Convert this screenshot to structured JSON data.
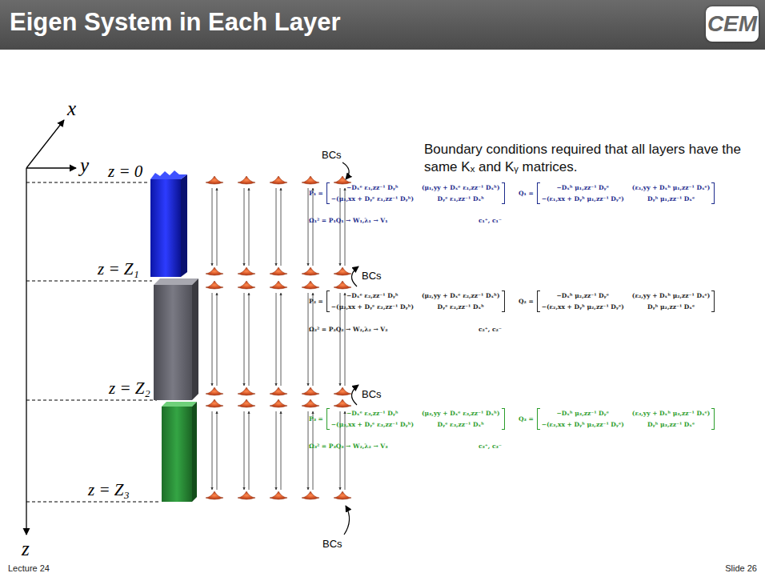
{
  "diagram": {
    "title": "Eigen System in Each Layer",
    "labels": [
      "CEM",
      "x",
      "y",
      "z",
      "z = 0",
      "z = Z₁",
      "z = Z₂",
      "z = Z₃",
      "BCs",
      "BCs",
      "BCs",
      "BCs",
      "Boundary conditions required that all layers have the same Kₓ and Kᵧ matrices.",
      "P₁ =",
      "−Dₓᵉ ε₁,zz⁻¹ Dᵧʰ",
      "(μ₁,yy + Dₓᵉ ε₁,zz⁻¹ Dₓʰ)",
      "−(μ₁,xx + Dᵧᵉ ε₁,zz⁻¹ Dᵧʰ)",
      "Dᵧᵉ ε₁,zz⁻¹ Dₓʰ",
      "Q₁ =",
      "−Dₓʰ μ₁,zz⁻¹ Dᵧᵉ",
      "(ε₁,yy + Dₓʰ μ₁,zz⁻¹ Dₓᵉ)",
      "−(ε₁,xx + Dᵧʰ μ₁,zz⁻¹ Dᵧᵉ)",
      "Dᵧʰ μ₁,zz⁻¹ Dₓᵉ",
      "Ω₁² = P₁Q₁ → W₁,λ₁ → V₁",
      "c₁⁺, c₁⁻",
      "P₂ =",
      "−Dₓᵉ ε₂,zz⁻¹ Dᵧʰ",
      "(μ₂,yy + Dₓᵉ ε₂,zz⁻¹ Dₓʰ)",
      "−(μ₂,xx + Dᵧᵉ ε₂,zz⁻¹ Dᵧʰ)",
      "Dᵧᵉ ε₂,zz⁻¹ Dₓʰ",
      "Q₂ =",
      "−Dₓʰ μ₂,zz⁻¹ Dᵧᵉ",
      "(ε₂,yy + Dₓʰ μ₂,zz⁻¹ Dₓᵉ)",
      "−(ε₂,xx + Dᵧʰ μ₂,zz⁻¹ Dᵧᵉ)",
      "Dᵧʰ μ₂,zz⁻¹ Dₓᵉ",
      "Ω₂² = P₂Q₂ → W₂,λ₂ → V₂",
      "c₂⁺, c₂⁻",
      "P₃ =",
      "−Dₓᵉ ε₃,zz⁻¹ Dᵧʰ",
      "(μ₃,yy + Dₓᵉ ε₃,zz⁻¹ Dₓʰ)",
      "−(μ₃,xx + Dᵧᵉ ε₃,zz⁻¹ Dᵧʰ)",
      "Dᵧᵉ ε₃,zz⁻¹ Dₓʰ",
      "Q₃ =",
      "−Dₓʰ μ₃,zz⁻¹ Dᵧᵉ",
      "(ε₃,yy + Dₓʰ μ₃,zz⁻¹ Dₓᵉ)",
      "−(ε₃,xx + Dᵧʰ μ₃,zz⁻¹ Dᵧᵉ)",
      "Dᵧʰ μ₃,zz⁻¹ Dₓᵉ",
      "Ω₃² = P₃Q₃ → W₂,λ₂ → V₃",
      "c₃⁺, c₃⁻",
      "Lecture 24",
      "Slide 26"
    ]
  }
}
